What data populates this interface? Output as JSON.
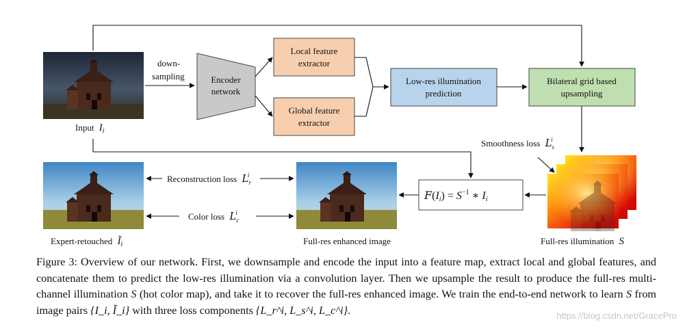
{
  "figure": {
    "labels": {
      "input": "Input",
      "input_var": "I",
      "input_sub": "i",
      "downsampling_1": "down-",
      "downsampling_2": "sampling",
      "encoder_1": "Encoder",
      "encoder_2": "network",
      "local_1": "Local feature",
      "local_2": "extractor",
      "global_1": "Global feature",
      "global_2": "extractor",
      "lowres_1": "Low-res illumination",
      "lowres_2": "prediction",
      "bilateral_1": "Bilateral grid based",
      "bilateral_2": "upsampling",
      "smoothness": "Smoothness loss",
      "smooth_sym": "L",
      "smooth_sub": "s",
      "smooth_sup": "i",
      "reconstruction": "Reconstruction loss",
      "recon_sym": "L",
      "recon_sub": "r",
      "recon_sup": "i",
      "color": "Color loss",
      "color_sym": "L",
      "color_sub": "c",
      "color_sup": "i",
      "formula_F": "F",
      "formula_open": "(",
      "formula_I": "I",
      "formula_i": "i",
      "formula_mid": ") = ",
      "formula_S": "S",
      "formula_exp": "−1",
      "formula_star": " ∗ ",
      "formula_I2": "I",
      "formula_i2": "i",
      "expert": "Expert-retouched",
      "expert_var": "Ĩ",
      "expert_sub": "i",
      "enhanced": "Full-res enhanced image",
      "illumination": "Full-res illumination",
      "illumination_var": "S"
    },
    "colors": {
      "encoder_fill": "#c9c9c9",
      "feature_fill": "#f8cfae",
      "lowres_fill": "#b8d4ec",
      "bilateral_fill": "#bfdfb1",
      "heatmap_red": "#e0100a",
      "heatmap_yellow": "#ffe020"
    }
  },
  "caption": {
    "p1": "Figure 3: Overview of our network. First, we downsample and encode the input into a feature map, extract local and global features, and concatenate them to predict the low-res illumination via a convolution layer. Then we upsample the result to produce the full-res multi-channel illumination ",
    "S1": "S",
    "p2": " (hot color map), and take it to recover the full-res enhanced image. We train the end-to-end network to learn ",
    "S2": "S",
    "p3": " from image pairs ",
    "pairs": "{I_i, Ĩ_i}",
    "p4": " with three loss components ",
    "losses": "{L_r^i, L_s^i, L_c^i}",
    "p5": "."
  },
  "watermark": "https://blog.csdn.net/GracePro"
}
